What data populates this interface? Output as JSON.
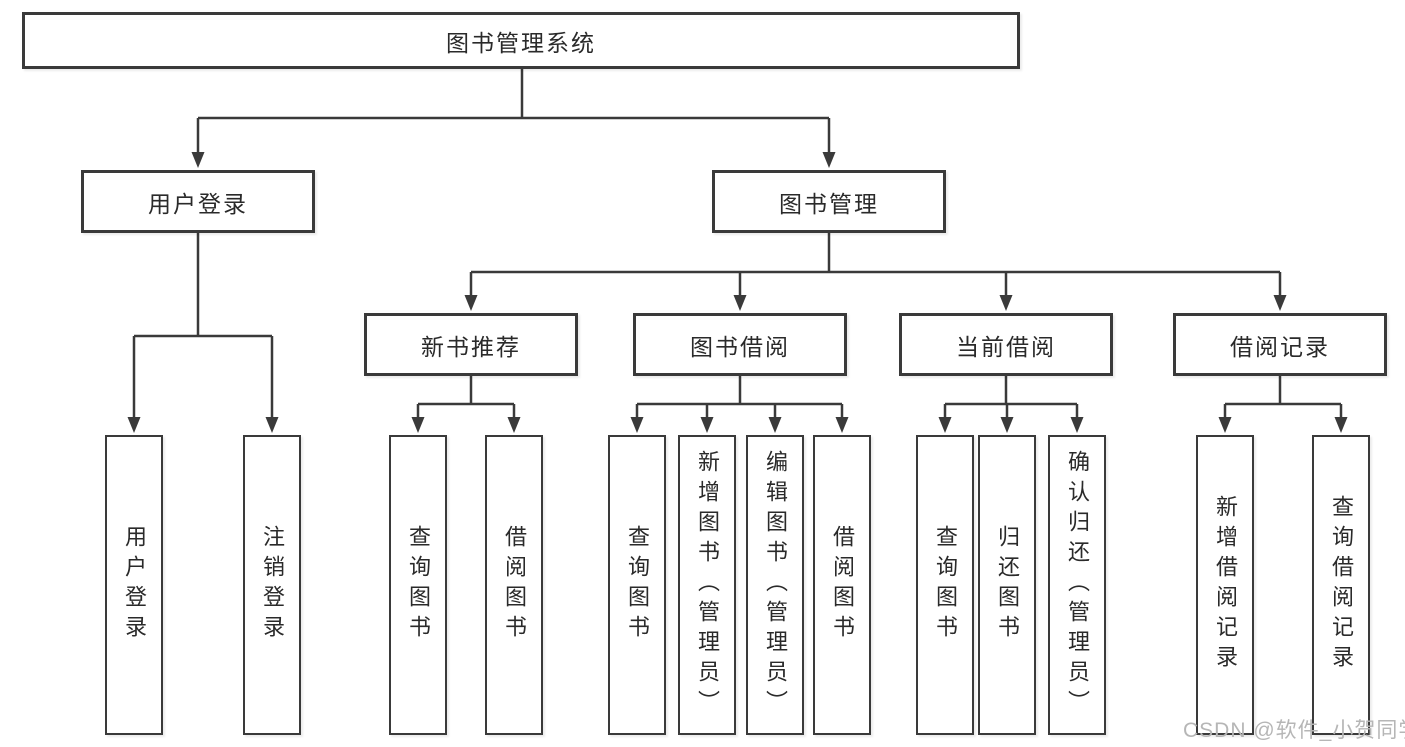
{
  "colors": {
    "background": "#ffffff",
    "line": "#3a3a3a",
    "box_border": "#3a3a3a",
    "text": "#2a2a2a",
    "watermark": "#b6b6b6"
  },
  "tree": {
    "root": "图书管理系统",
    "level2": [
      {
        "label": "用户登录",
        "leaves": [
          "用户登录",
          "注销登录"
        ]
      },
      {
        "label": "图书管理",
        "groups": [
          {
            "label": "新书推荐",
            "leaves": [
              "查询图书",
              "借阅图书"
            ]
          },
          {
            "label": "图书借阅",
            "leaves": [
              "查询图书",
              "新增图书（管理员）",
              "编辑图书（管理员）",
              "借阅图书"
            ]
          },
          {
            "label": "当前借阅",
            "leaves": [
              "查询图书",
              "归还图书",
              "确认归还（管理员）"
            ]
          },
          {
            "label": "借阅记录",
            "leaves": [
              "新增借阅记录",
              "查询借阅记录"
            ]
          }
        ]
      }
    ]
  },
  "watermark": {
    "text": "CSDN @软件_小贺同学"
  }
}
